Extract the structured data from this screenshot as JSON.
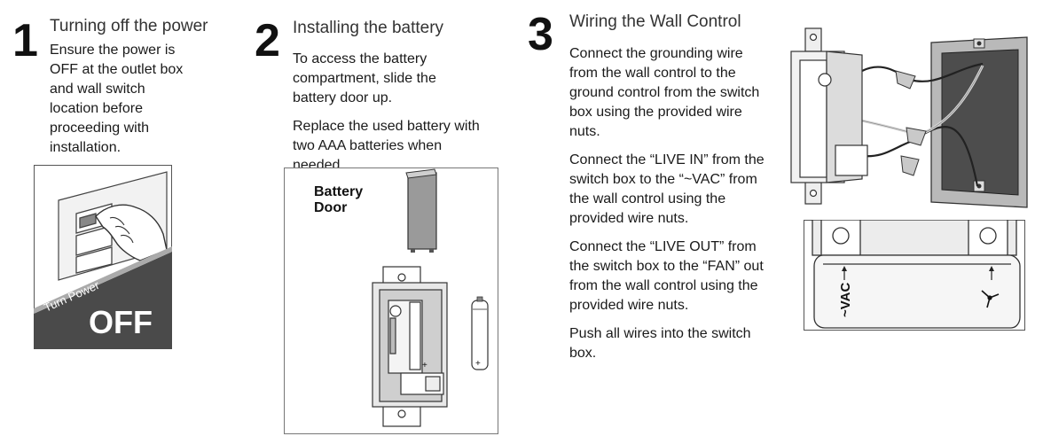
{
  "steps": [
    {
      "number": "1",
      "title": "Turning off the power",
      "paragraphs": [
        "Ensure the power is OFF at the outlet box and wall switch location before proceeding with installation."
      ],
      "illustration": {
        "line1": "Turn Power",
        "line2": "OFF"
      }
    },
    {
      "number": "2",
      "title": "Installing the battery",
      "paragraphs": [
        "To access the battery compartment, slide the battery door up.",
        "Replace the used battery with two AAA batteries when needed."
      ],
      "illustration": {
        "label_line1": "Battery",
        "label_line2": "Door",
        "plus_sign": "+"
      }
    },
    {
      "number": "3",
      "title": "Wiring the Wall Control",
      "paragraphs": [
        "Connect the grounding wire from the wall control to the ground control from the switch box using the provided wire nuts.",
        "Connect the “LIVE IN” from the switch box to the “~VAC” from the wall control using the provided wire nuts.",
        "Connect the “LIVE OUT” from the switch box to the “FAN” out from the wall control using the provided wire nuts.",
        "Push all wires into the switch box."
      ],
      "illustration": {
        "terminal_label": "~VAC"
      }
    }
  ]
}
